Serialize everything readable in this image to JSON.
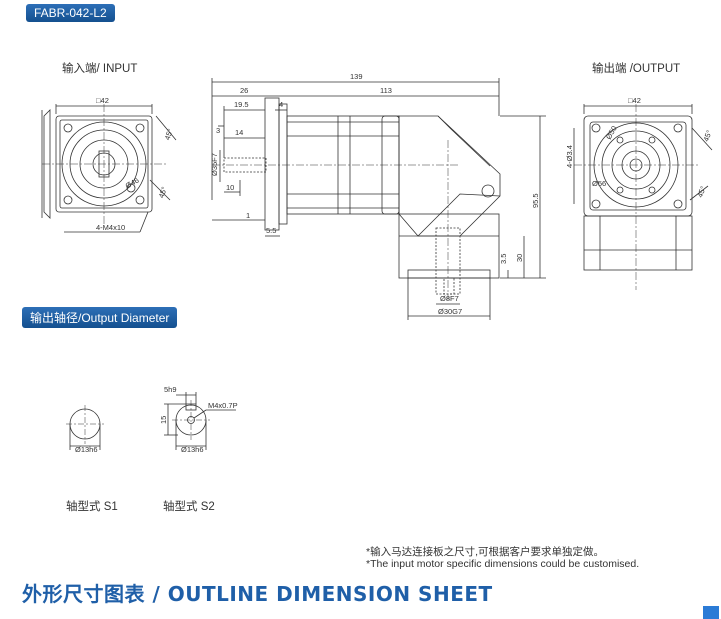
{
  "model_badge": "FABR-042-L2",
  "input_label": "输入端/ INPUT",
  "output_label": "输出端 /OUTPUT",
  "output_diameter_badge": "输出轴径/Output Diameter",
  "shaft_s1_label": "轴型式  S1",
  "shaft_s2_label": "轴型式  S2",
  "note_cn": "*输入马达连接板之尺寸,可根据客户要求单独定做。",
  "note_en": "*The input motor specific dimensions could be customised.",
  "footer_title": "外形尺寸图表 / OUTLINE DIMENSION SHEET",
  "dims": {
    "in_square": "□42",
    "in_45a": "45°",
    "in_45b": "45°",
    "in_phi46": "Ø46",
    "in_screws": "4-M4x10",
    "total_len": "139",
    "d26": "26",
    "d113": "113",
    "d19_5": "19.5",
    "d4": "4",
    "d3": "3",
    "d14": "14",
    "d10": "10",
    "d1": "1",
    "d5_5": "5.5",
    "phi35": "Ø35F7",
    "d95_5": "95.5",
    "d30": "30",
    "d3_5": "3.5",
    "phi8": "Ø8F7",
    "phi30": "Ø30G7",
    "out_square": "□42",
    "out_phi50": "Ø50",
    "out_phi56": "Ø56",
    "out_holes": "4-Ø3.4",
    "out_45a": "45°",
    "out_45b": "45°",
    "s1_phi": "Ø13h6",
    "s2_phi": "Ø13h6",
    "s2_key": "5h9",
    "s2_thread": "M4x0.7P",
    "s2_15": "15"
  },
  "colors": {
    "accent": "#1f5fa8",
    "line": "#333333",
    "corner": "#2b7bd6"
  }
}
